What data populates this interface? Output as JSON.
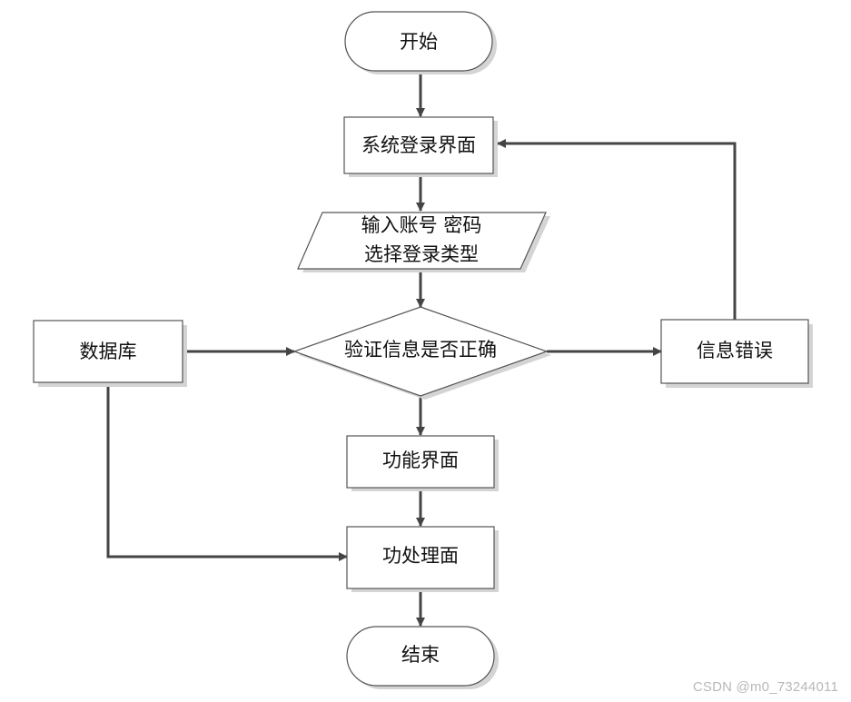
{
  "nodes": {
    "start": "开始",
    "login_screen": "系统登录界面",
    "input_line1": "输入账号 密码",
    "input_line2": "选择登录类型",
    "database": "数据库",
    "verify": "验证信息是否正确",
    "error": "信息错误",
    "function_screen": "功能界面",
    "process_screen": "功处理面",
    "end": "结束"
  },
  "watermark": "CSDN @m0_73244011",
  "colors": {
    "stroke": "#555555",
    "shadow": "#d4d4d4",
    "arrow": "#444444",
    "fill": "#ffffff"
  }
}
